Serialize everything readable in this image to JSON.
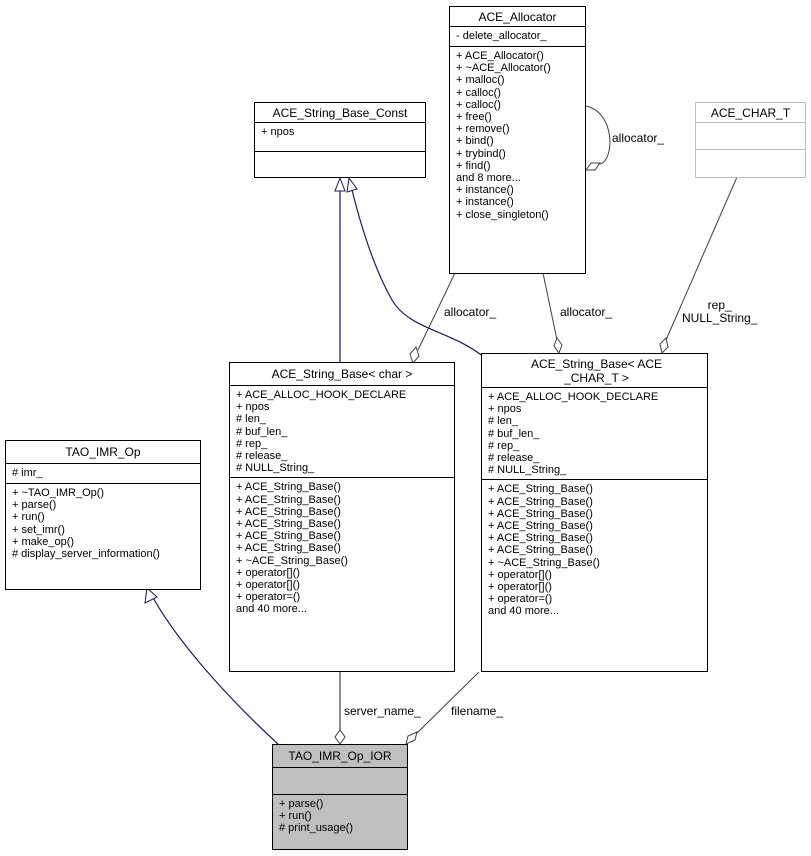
{
  "diagram": {
    "type": "collaboration-diagram",
    "focus_class": "TAO_IMR_Op_IOR",
    "colors": {
      "inheritance_edge": "#191970",
      "association_edge": "#404040",
      "focus_fill": "#bfbfbf",
      "ghost_border": "#bfbfbf"
    }
  },
  "classes": {
    "allocator": {
      "name": "ACE_Allocator",
      "attributes": [
        "- delete_allocator_"
      ],
      "methods": [
        "+ ACE_Allocator()",
        "+ ~ACE_Allocator()",
        "+ malloc()",
        "+ calloc()",
        "+ calloc()",
        "+ free()",
        "+ remove()",
        "+ bind()",
        "+ trybind()",
        "+ find()",
        "and 8 more...",
        "+ instance()",
        "+ instance()",
        "+ close_singleton()"
      ]
    },
    "string_base_const": {
      "name": "ACE_String_Base_Const",
      "attributes": [
        "+ npos"
      ],
      "methods": []
    },
    "ace_char_t": {
      "name": "ACE_CHAR_T",
      "attributes": [],
      "methods": []
    },
    "string_base_char": {
      "name": "ACE_String_Base< char >",
      "attributes": [
        "+ ACE_ALLOC_HOOK_DECLARE",
        "+ npos",
        "# len_",
        "# buf_len_",
        "# rep_",
        "# release_",
        "# NULL_String_"
      ],
      "methods": [
        "+ ACE_String_Base()",
        "+ ACE_String_Base()",
        "+ ACE_String_Base()",
        "+ ACE_String_Base()",
        "+ ACE_String_Base()",
        "+ ACE_String_Base()",
        "+ ~ACE_String_Base()",
        "+ operator[]()",
        "+ operator[]()",
        "+ operator=()",
        "and 40 more..."
      ]
    },
    "string_base_ace_char_t": {
      "name": "ACE_String_Base< ACE\n_CHAR_T >",
      "attributes": [
        "+ ACE_ALLOC_HOOK_DECLARE",
        "+ npos",
        "# len_",
        "# buf_len_",
        "# rep_",
        "# release_",
        "# NULL_String_"
      ],
      "methods": [
        "+ ACE_String_Base()",
        "+ ACE_String_Base()",
        "+ ACE_String_Base()",
        "+ ACE_String_Base()",
        "+ ACE_String_Base()",
        "+ ACE_String_Base()",
        "+ ~ACE_String_Base()",
        "+ operator[]()",
        "+ operator[]()",
        "+ operator=()",
        "and 40 more..."
      ]
    },
    "tao_imr_op": {
      "name": "TAO_IMR_Op",
      "attributes": [
        "# imr_"
      ],
      "methods": [
        "+ ~TAO_IMR_Op()",
        "+ parse()",
        "+ run()",
        "+ set_imr()",
        "+ make_op()",
        "# display_server_information()"
      ]
    },
    "tao_imr_op_ior": {
      "name": "TAO_IMR_Op_IOR",
      "attributes": [],
      "methods": [
        "+ parse()",
        "+ run()",
        "# print_usage()"
      ]
    }
  },
  "edge_labels": {
    "allocator_self": "allocator_",
    "allocator_to_char": "allocator_",
    "allocator_to_acechar": "allocator_",
    "acechar_t_to_string_base": "rep_\nNULL_String_",
    "server_name": "server_name_",
    "filename": "filename_"
  }
}
